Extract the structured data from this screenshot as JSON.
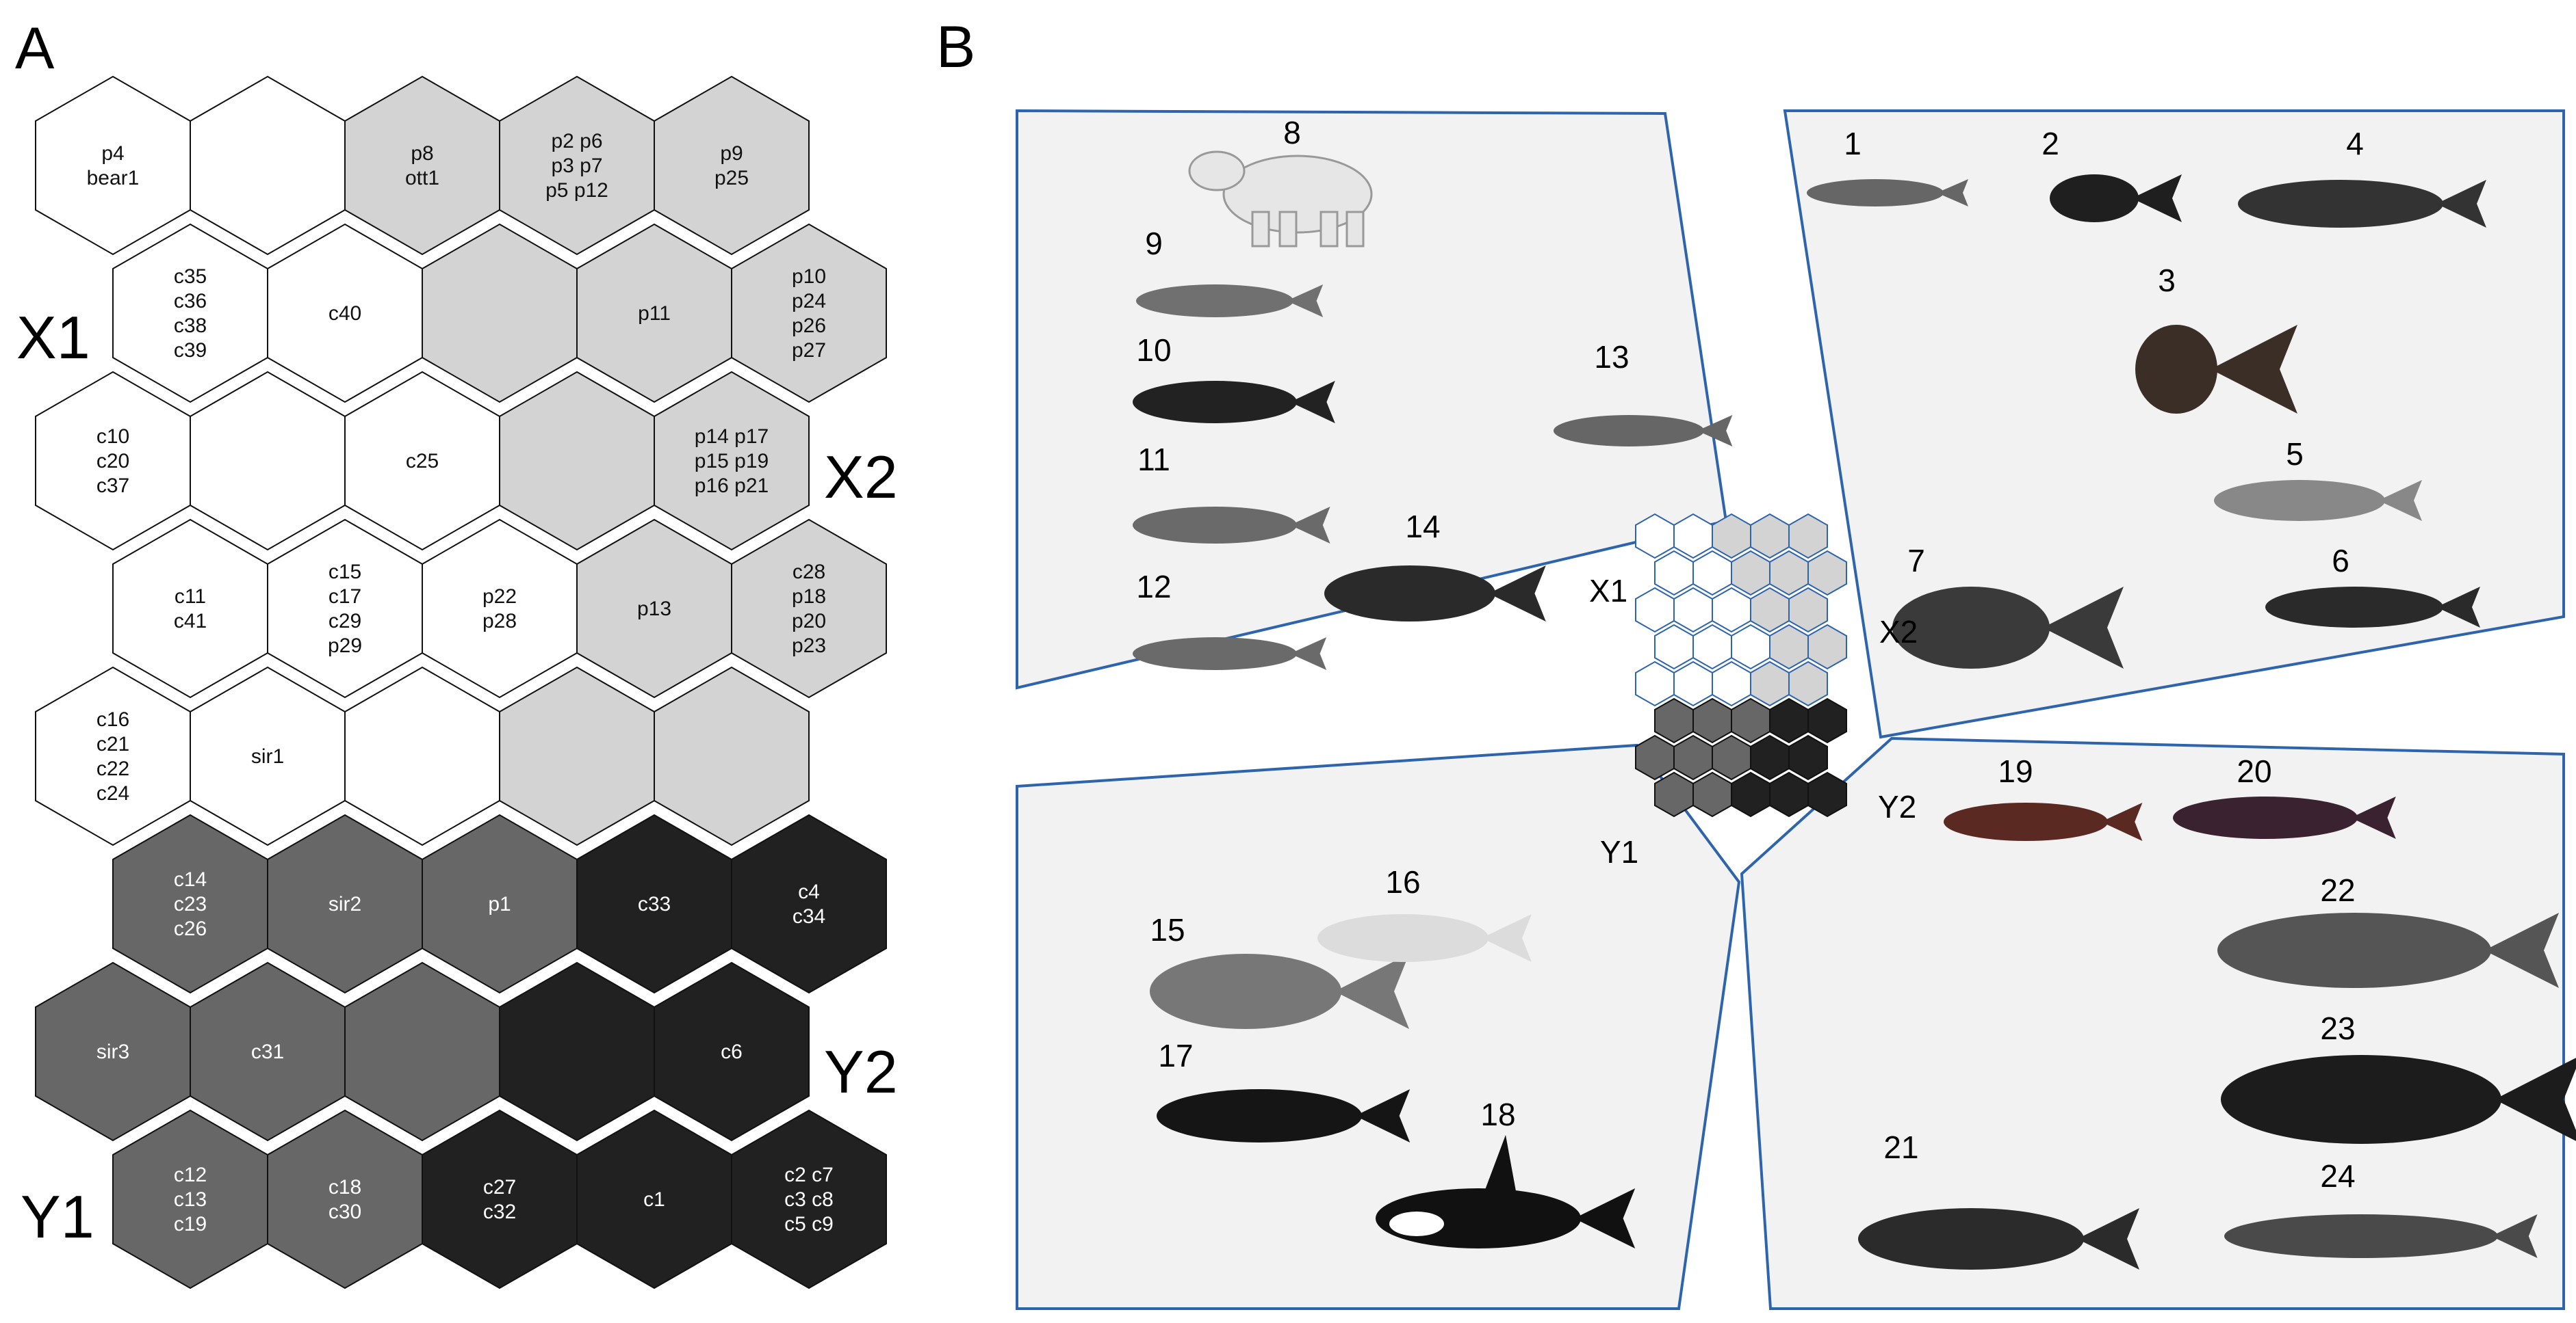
{
  "panel_letters": [
    "A",
    "B"
  ],
  "colors": {
    "white": "#ffffff",
    "light": "#d3d3d3",
    "mid": "#676767",
    "dark": "#212121",
    "panel_bg": "#f2f2f2",
    "panel_border": "#2e64ac"
  },
  "som_grid": {
    "rows": [
      [
        {
          "tone": "white",
          "labels": [
            "p4",
            "bear1"
          ]
        },
        {
          "tone": "white",
          "labels": []
        },
        {
          "tone": "light",
          "labels": [
            "p8",
            "ott1"
          ]
        },
        {
          "tone": "light",
          "labels": [
            "p2  p6",
            "p3  p7",
            "p5  p12"
          ]
        },
        {
          "tone": "light",
          "labels": [
            "p9",
            "p25"
          ]
        }
      ],
      [
        {
          "tone": "white",
          "labels": [
            "c35",
            "c36",
            "c38",
            "c39"
          ]
        },
        {
          "tone": "white",
          "labels": [
            "c40"
          ]
        },
        {
          "tone": "light",
          "labels": []
        },
        {
          "tone": "light",
          "labels": [
            "p11"
          ]
        },
        {
          "tone": "light",
          "labels": [
            "p10",
            "p24",
            "p26",
            "p27"
          ]
        }
      ],
      [
        {
          "tone": "white",
          "labels": [
            "c10",
            "c20",
            "c37"
          ]
        },
        {
          "tone": "white",
          "labels": []
        },
        {
          "tone": "white",
          "labels": [
            "c25"
          ]
        },
        {
          "tone": "light",
          "labels": []
        },
        {
          "tone": "light",
          "labels": [
            "p14  p17",
            "p15  p19",
            "p16  p21"
          ]
        }
      ],
      [
        {
          "tone": "white",
          "labels": [
            "c11",
            "c41"
          ]
        },
        {
          "tone": "white",
          "labels": [
            "c15",
            "c17",
            "c29",
            "p29"
          ]
        },
        {
          "tone": "white",
          "labels": [
            "p22",
            "p28"
          ]
        },
        {
          "tone": "light",
          "labels": [
            "p13"
          ]
        },
        {
          "tone": "light",
          "labels": [
            "c28",
            "p18",
            "p20",
            "p23"
          ]
        }
      ],
      [
        {
          "tone": "white",
          "labels": [
            "c16",
            "c21",
            "c22",
            "c24"
          ]
        },
        {
          "tone": "white",
          "labels": [
            "sir1"
          ]
        },
        {
          "tone": "white",
          "labels": []
        },
        {
          "tone": "light",
          "labels": []
        },
        {
          "tone": "light",
          "labels": []
        }
      ],
      [
        {
          "tone": "mid",
          "labels": [
            "c14",
            "c23",
            "c26"
          ]
        },
        {
          "tone": "mid",
          "labels": [
            "sir2"
          ]
        },
        {
          "tone": "mid",
          "labels": [
            "p1"
          ]
        },
        {
          "tone": "dark",
          "labels": [
            "c33"
          ]
        },
        {
          "tone": "dark",
          "labels": [
            "c4",
            "c34"
          ]
        }
      ],
      [
        {
          "tone": "mid",
          "labels": [
            "sir3"
          ]
        },
        {
          "tone": "mid",
          "labels": [
            "c31"
          ]
        },
        {
          "tone": "mid",
          "labels": []
        },
        {
          "tone": "dark",
          "labels": []
        },
        {
          "tone": "dark",
          "labels": [
            "c6"
          ]
        }
      ],
      [
        {
          "tone": "mid",
          "labels": [
            "c12",
            "c13",
            "c19"
          ]
        },
        {
          "tone": "mid",
          "labels": [
            "c18",
            "c30"
          ]
        },
        {
          "tone": "dark",
          "labels": [
            "c27",
            "c32"
          ]
        },
        {
          "tone": "dark",
          "labels": [
            "c1"
          ]
        },
        {
          "tone": "dark",
          "labels": [
            "c2  c7",
            "c3  c8",
            "c5  c9"
          ]
        }
      ]
    ]
  },
  "cluster_labels": [
    "X1",
    "X2",
    "Y1",
    "Y2"
  ],
  "animal_numbers": [
    "1",
    "2",
    "3",
    "4",
    "5",
    "6",
    "7",
    "8",
    "9",
    "10",
    "11",
    "12",
    "13",
    "14",
    "15",
    "16",
    "17",
    "18",
    "19",
    "20",
    "21",
    "22",
    "23",
    "24"
  ]
}
